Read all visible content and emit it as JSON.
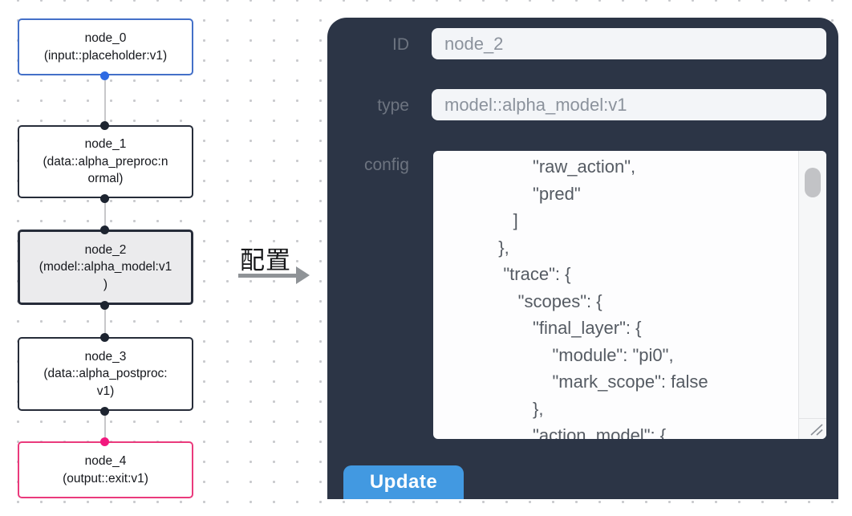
{
  "flow": {
    "nodes": [
      {
        "title": "node_0",
        "subtitle": "(input::placeholder:v1)"
      },
      {
        "title": "node_1",
        "subtitle": "(data::alpha_preproc:n\normal)"
      },
      {
        "title": "node_2",
        "subtitle": "(model::alpha_model:v1\n)"
      },
      {
        "title": "node_3",
        "subtitle": "(data::alpha_postproc:\nv1)"
      },
      {
        "title": "node_4",
        "subtitle": "(output::exit:v1)"
      }
    ]
  },
  "annotation": {
    "label": "配置"
  },
  "panel": {
    "id_label": "ID",
    "id_value": "node_2",
    "type_label": "type",
    "type_value": "model::alpha_model:v1",
    "config_label": "config",
    "config_value": "                  \"raw_action\",\n                  \"pred\"\n              ]\n           },\n            \"trace\": {\n               \"scopes\": {\n                  \"final_layer\": {\n                      \"module\": \"pi0\",\n                      \"mark_scope\": false\n                  },\n                  \"action_model\": {",
    "update_label": "Update"
  },
  "colors": {
    "panel_bg": "#2c3546",
    "button_blue": "#4299e1",
    "input_node_border": "#4470c8",
    "output_node_border": "#ea3a7c",
    "selected_node_bg": "#ebebed",
    "port_blue": "#2f6be3",
    "port_pink": "#f2187e",
    "port_dark": "#1d2430"
  }
}
